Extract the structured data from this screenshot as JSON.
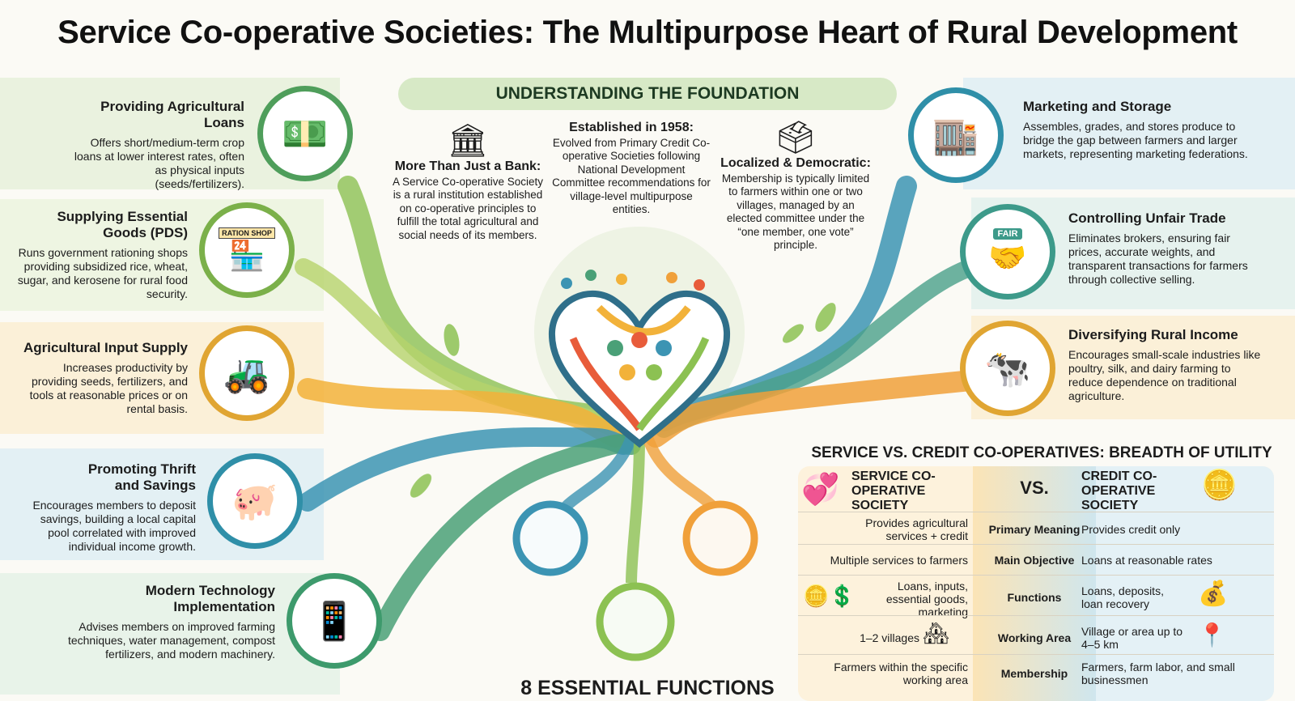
{
  "title": "Service Co-operative Societies: The Multipurpose Heart of Rural Development",
  "foundation": {
    "heading": "UNDERSTANDING THE FOUNDATION",
    "established": {
      "title": "Established in 1958:",
      "text": "Evolved from Primary Credit Co-operative Societies following National Development Committee recommendations for village-level multipurpose entities."
    },
    "more_than_bank": {
      "title": "More Than Just a Bank:",
      "text": "A Service Co-operative Society is a rural institution established on co-operative principles to fulfill the total agricultural and social needs of its members."
    },
    "localized": {
      "title": "Localized & Democratic:",
      "text": "Membership is typically limited to farmers within one or two villages, managed by an elected committee under the “one member, one vote” principle."
    }
  },
  "functions_label": "8 ESSENTIAL FUNCTIONS",
  "functions_left": [
    {
      "title": "Providing Agricultural Loans",
      "text": "Offers short/medium-term crop loans at lower interest rates, often as physical inputs (seeds/fertilizers).",
      "icon": "money-icon",
      "color": "#4f9e5b"
    },
    {
      "title": "Supplying Essential Goods (PDS)",
      "text": "Runs government rationing shops providing subsidized rice, wheat, sugar, and kerosene for rural food security.",
      "icon": "ration-shop-icon",
      "color": "#7bb04a",
      "sign": "RATION SHOP"
    },
    {
      "title": "Agricultural Input Supply",
      "text": "Increases productivity by providing seeds, fertilizers, and tools at reasonable prices or on rental basis.",
      "icon": "tractor-icon",
      "color": "#e0a532"
    },
    {
      "title": "Promoting Thrift and Savings",
      "text": "Encourages members to deposit savings, building a local capital pool correlated with improved individual income growth.",
      "icon": "piggy-bank-icon",
      "color": "#2f8fa8"
    },
    {
      "title": "Modern Technology Implementation",
      "text": "Advises members on improved farming techniques, water management, compost fertilizers, and modern machinery.",
      "icon": "tablet-icon",
      "color": "#3d9a6c"
    }
  ],
  "functions_right": [
    {
      "title": "Marketing and Storage",
      "text": "Assembles, grades, and stores produce to bridge the gap between farmers and larger markets, representing marketing federations.",
      "icon": "warehouse-icon",
      "color": "#2f8fa8"
    },
    {
      "title": "Controlling Unfair Trade",
      "text": "Eliminates brokers, ensuring fair prices, accurate weights, and transparent transactions for farmers through collective selling.",
      "icon": "handshake-icon",
      "color": "#3d9a8a",
      "tag": "FAIR"
    },
    {
      "title": "Diversifying Rural Income",
      "text": "Encourages small-scale industries like poultry, silk, and dairy farming to reduce dependence on traditional agriculture.",
      "icon": "livestock-icon",
      "color": "#e0a532"
    }
  ],
  "comparison": {
    "title": "SERVICE VS. CREDIT CO-OPERATIVES: BREADTH OF UTILITY",
    "left_header": "SERVICE CO-OPERATIVE SOCIETY",
    "vs": "VS.",
    "right_header": "CREDIT CO-OPERATIVE SOCIETY",
    "rows": [
      {
        "label": "Primary Meaning",
        "service": "Provides agricultural services + credit",
        "credit": "Provides credit only"
      },
      {
        "label": "Main Objective",
        "service": "Multiple services to farmers",
        "credit": "Loans at reasonable rates"
      },
      {
        "label": "Functions",
        "service": "Loans, inputs, essential goods, marketing",
        "credit": "Loans, deposits, loan recovery"
      },
      {
        "label": "Working Area",
        "service": "1–2 villages",
        "credit": "Village or area up to 4–5 km"
      },
      {
        "label": "Membership",
        "service": "Farmers within the specific working area",
        "credit": "Farmers, farm labor, and small businessmen"
      }
    ]
  }
}
